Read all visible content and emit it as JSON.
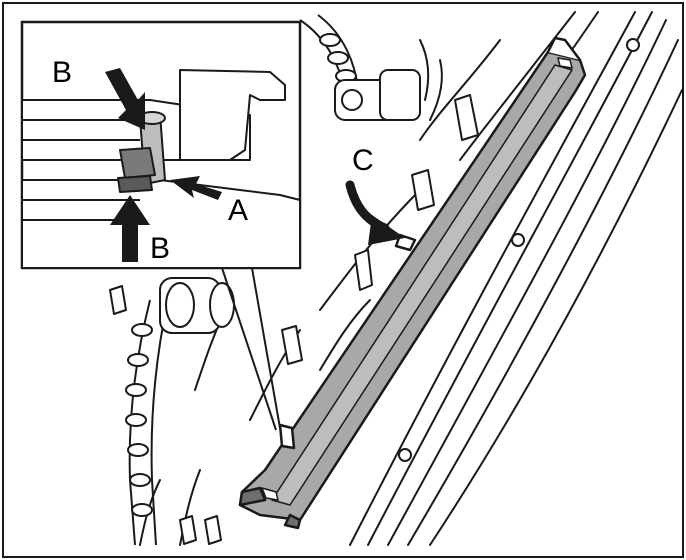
{
  "callouts": {
    "b_top": "B",
    "b_bottom": "B",
    "a": "A",
    "c": "C"
  },
  "colors": {
    "line": "#1a1a1a",
    "part_fill": "#a8a8a8",
    "part_dark": "#6e6e6e",
    "paper": "#ffffff"
  }
}
